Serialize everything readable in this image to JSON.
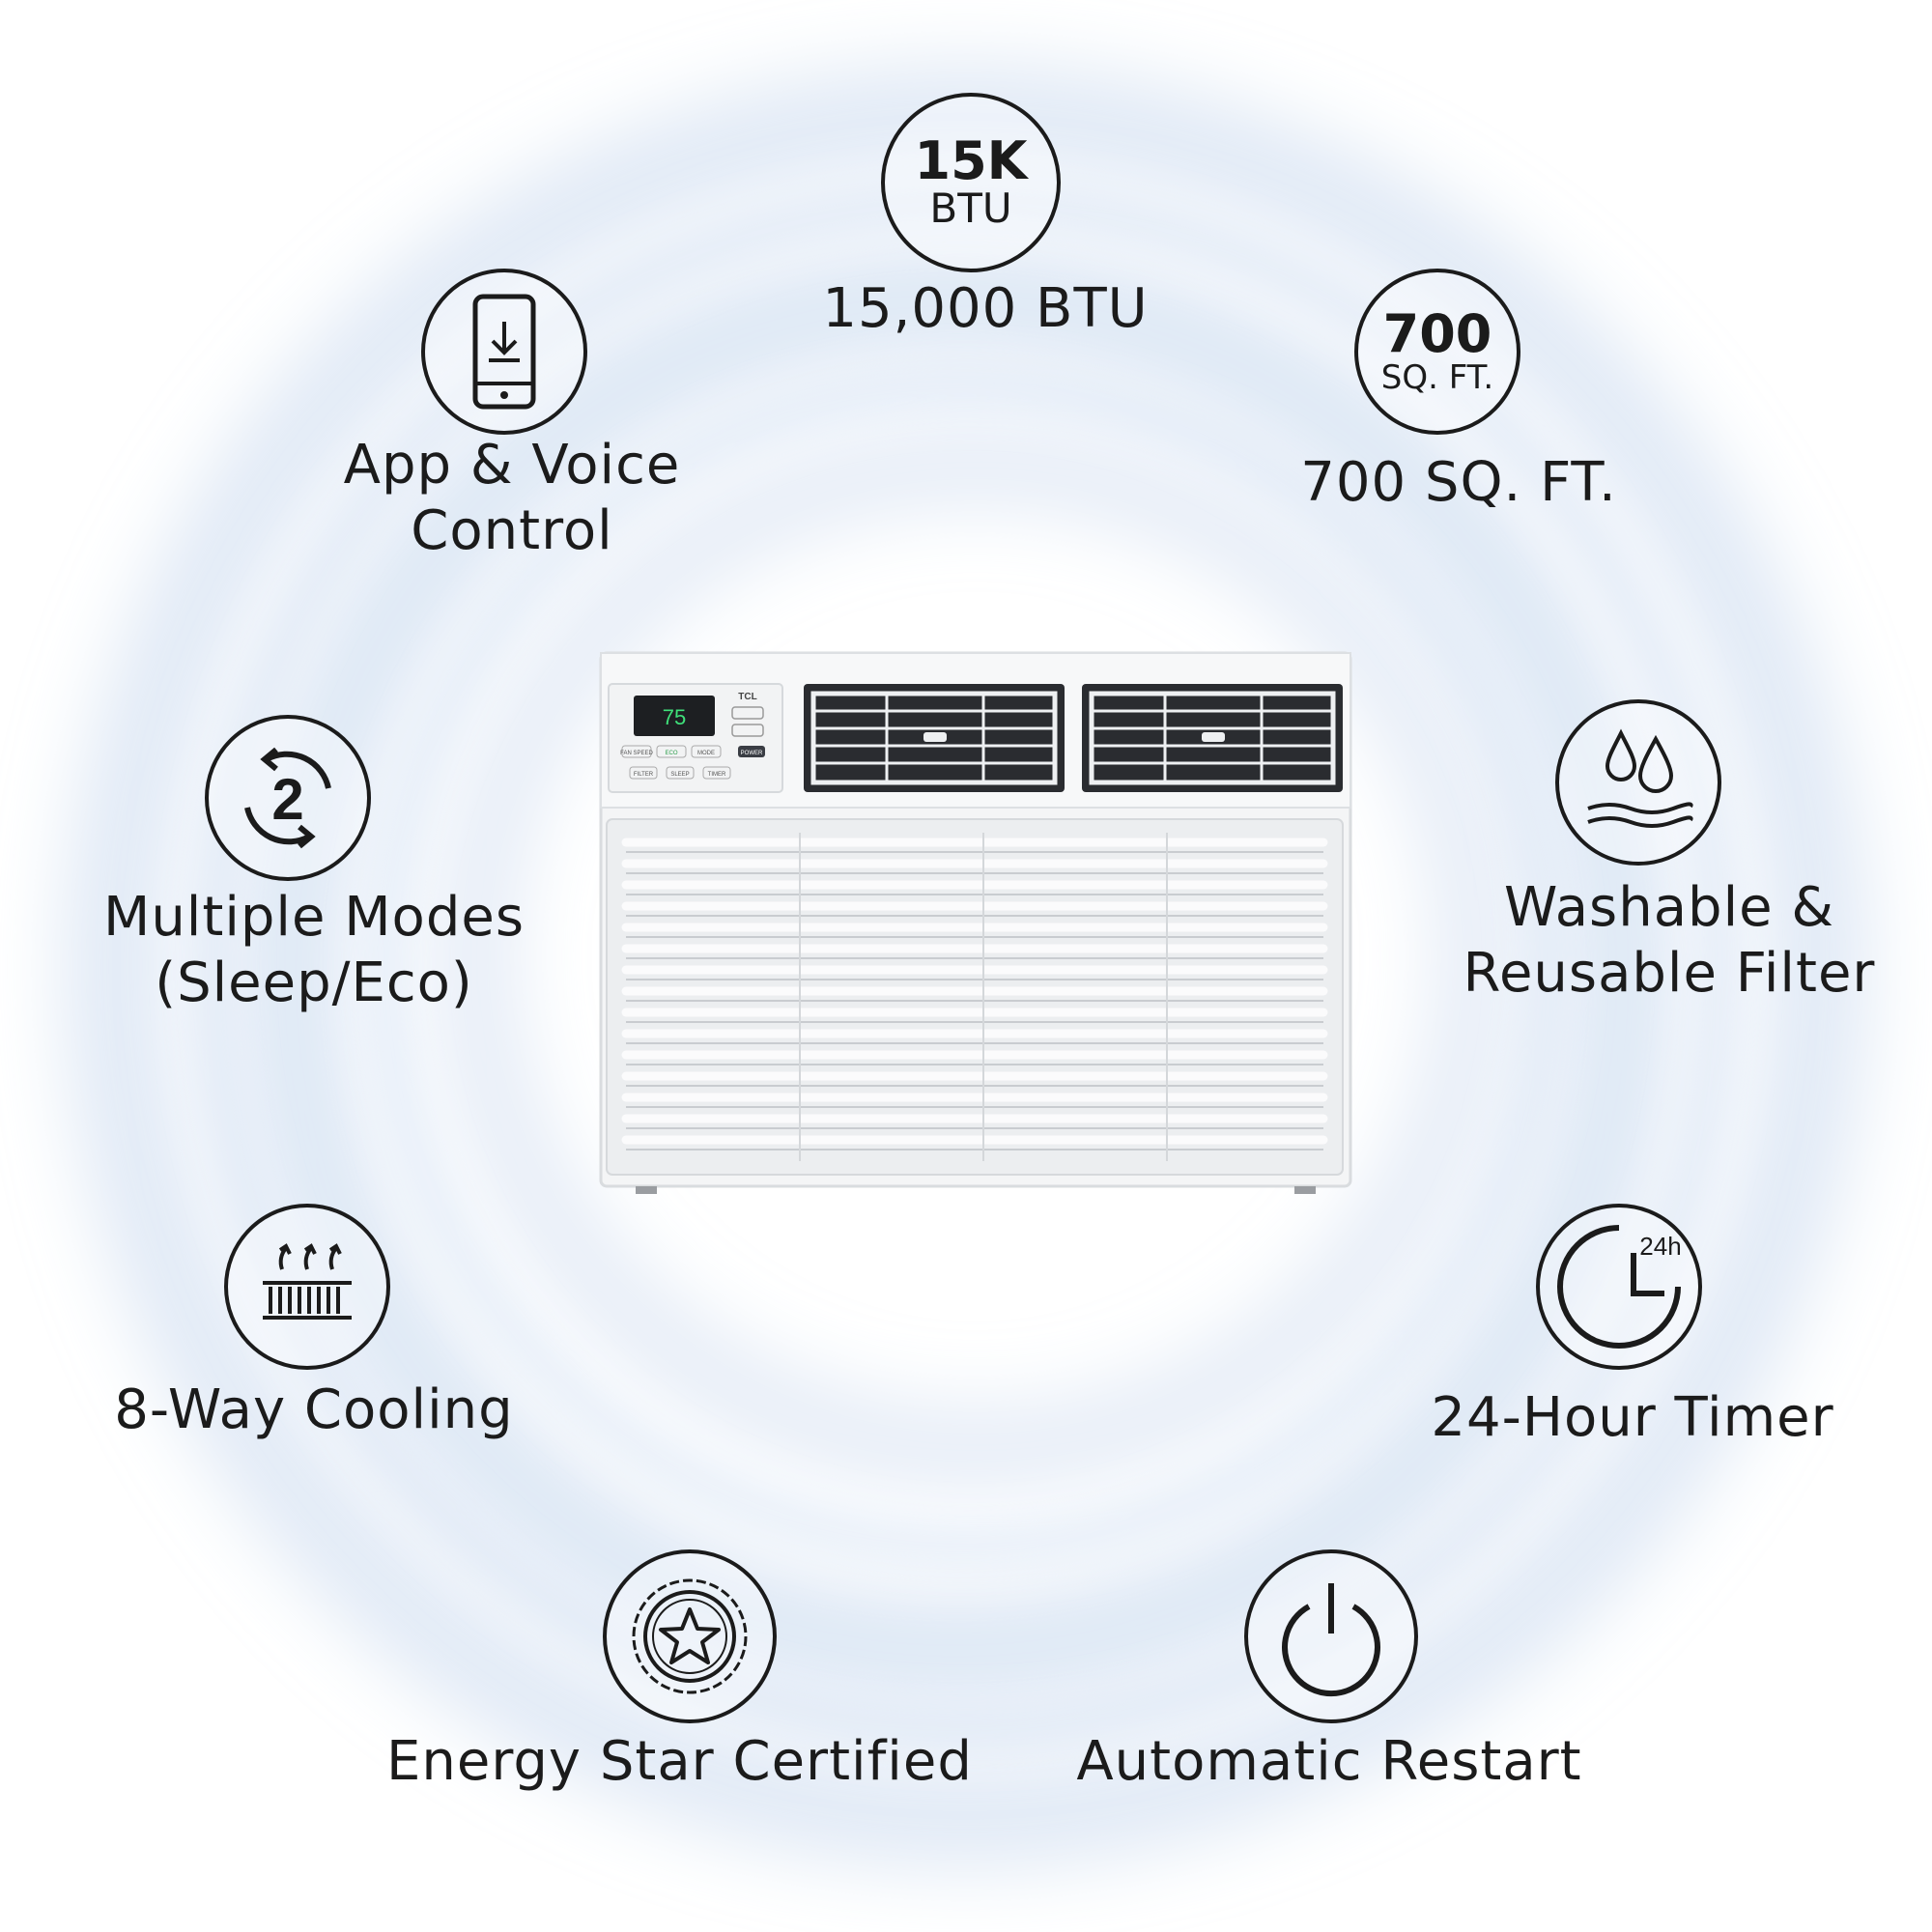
{
  "features": {
    "btu": {
      "icon_top": "15K",
      "icon_bottom": "BTU",
      "label": "15,000 BTU"
    },
    "app": {
      "label_line1": "App & Voice",
      "label_line2": "Control",
      "icon": "smartphone-download-icon"
    },
    "area": {
      "icon_top": "700",
      "icon_bottom": "SQ. FT.",
      "label": "700 SQ. FT."
    },
    "modes": {
      "icon_number": "2",
      "label_line1": "Multiple Modes",
      "label_line2": "(Sleep/Eco)",
      "icon": "cycle-arrows-icon"
    },
    "filter": {
      "label_line1": "Washable &",
      "label_line2": "Reusable Filter",
      "icon": "water-drops-icon"
    },
    "cooling": {
      "label": "8-Way Cooling",
      "icon": "air-flow-vent-icon"
    },
    "timer": {
      "icon_text": "24h",
      "label": "24-Hour Timer",
      "icon": "clock-icon"
    },
    "energy": {
      "label": "Energy Star Certified",
      "icon": "star-badge-icon"
    },
    "restart": {
      "label": "Automatic Restart",
      "icon": "power-icon"
    }
  },
  "ac_unit": {
    "brand": "TCL",
    "display_temp": "75",
    "buttons": [
      "FAN SPEED",
      "ECO",
      "MODE",
      "POWER"
    ],
    "bottom_buttons": [
      "FILTER",
      "SLEEP",
      "TIMER"
    ]
  },
  "colors": {
    "text": "#1b1b1b",
    "swirl": "#c9d9ee",
    "display_green": "#3fe07a"
  }
}
